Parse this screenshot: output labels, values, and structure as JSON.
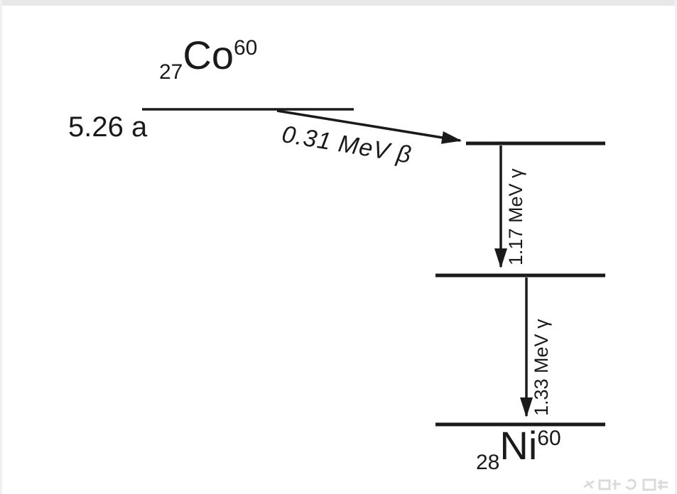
{
  "figure": {
    "line_color": "#1a1a1a",
    "background_color": "#ffffff"
  },
  "parent": {
    "atomic_number": "27",
    "symbol": "Co",
    "mass_number": "60",
    "half_life": "5.26 a"
  },
  "daughter": {
    "atomic_number": "28",
    "symbol": "Ni",
    "mass_number": "60"
  },
  "transitions": {
    "beta_label": "0.31 MeV β",
    "gamma1_label": "1.17 MeV γ",
    "gamma2_label": "1.33 MeV γ"
  },
  "icons": {
    "watermark": "faint-gray-watermark-bottom-right"
  }
}
